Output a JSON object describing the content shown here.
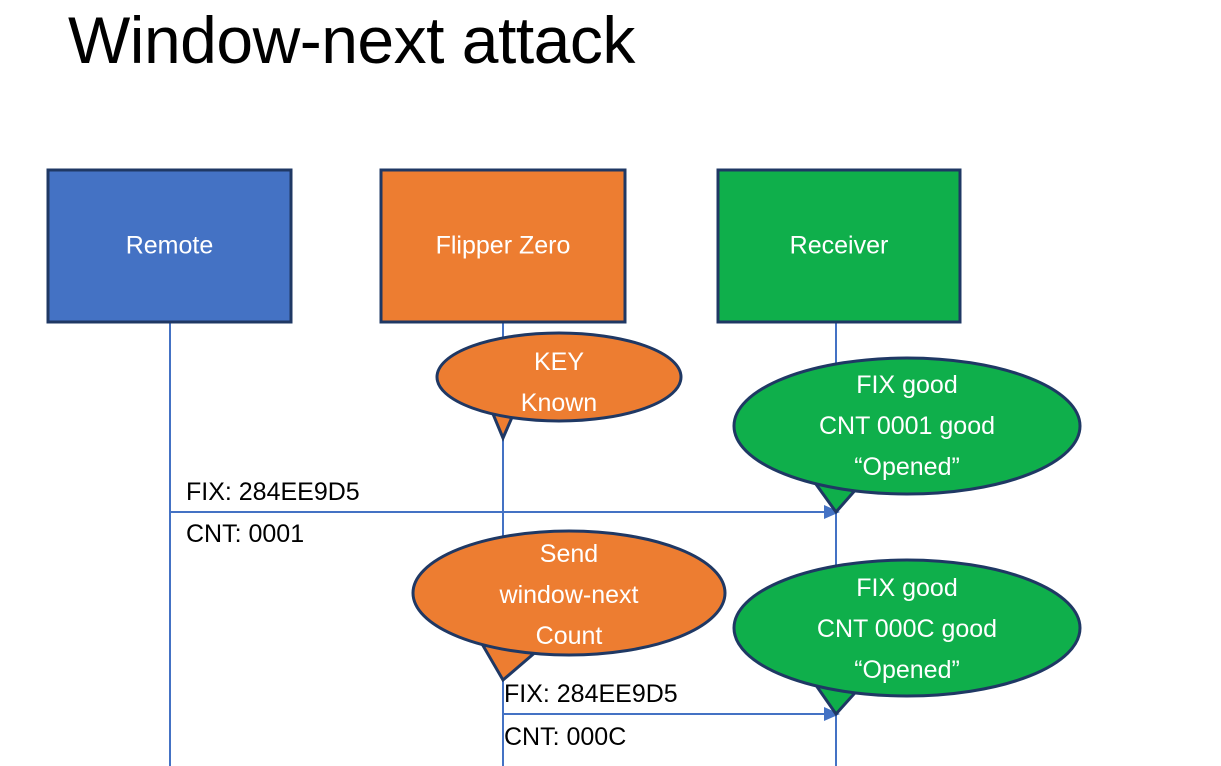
{
  "slide": {
    "title": "Window-next attack",
    "background_color": "#FFFFFF"
  },
  "colors": {
    "remote_fill": "#4472C4",
    "flipper_fill": "#ED7D31",
    "receiver_fill": "#0FAF4B",
    "node_border": "#1F3864",
    "lifeline": "#4472C4",
    "arrow": "#4472C4",
    "label_text": "#000000",
    "node_text": "#FFFFFF"
  },
  "nodes": [
    {
      "id": "remote",
      "label": "Remote",
      "fill": "#4472C4"
    },
    {
      "id": "flipper",
      "label": "Flipper Zero",
      "fill": "#ED7D31"
    },
    {
      "id": "receiver",
      "label": "Receiver",
      "fill": "#0FAF4B"
    }
  ],
  "callouts": [
    {
      "id": "key-known",
      "owner": "flipper",
      "fill": "#ED7D31",
      "lines": [
        "KEY",
        "Known"
      ]
    },
    {
      "id": "receiver-ack-1",
      "owner": "receiver",
      "fill": "#0FAF4B",
      "lines": [
        "FIX good",
        "CNT 0001 good",
        "“Opened”"
      ]
    },
    {
      "id": "send-window-next",
      "owner": "flipper",
      "fill": "#ED7D31",
      "lines": [
        "Send",
        "window-next",
        "Count"
      ]
    },
    {
      "id": "receiver-ack-2",
      "owner": "receiver",
      "fill": "#0FAF4B",
      "lines": [
        "FIX good",
        "CNT 000C good",
        "“Opened”"
      ]
    }
  ],
  "messages": [
    {
      "id": "msg-remote-to-receiver",
      "from": "remote",
      "to": "receiver",
      "fix_label": "FIX: 284EE9D5",
      "cnt_label": "CNT: 0001"
    },
    {
      "id": "msg-flipper-to-receiver",
      "from": "flipper",
      "to": "receiver",
      "fix_label": "FIX: 284EE9D5",
      "cnt_label": "CNT: 000C"
    }
  ]
}
